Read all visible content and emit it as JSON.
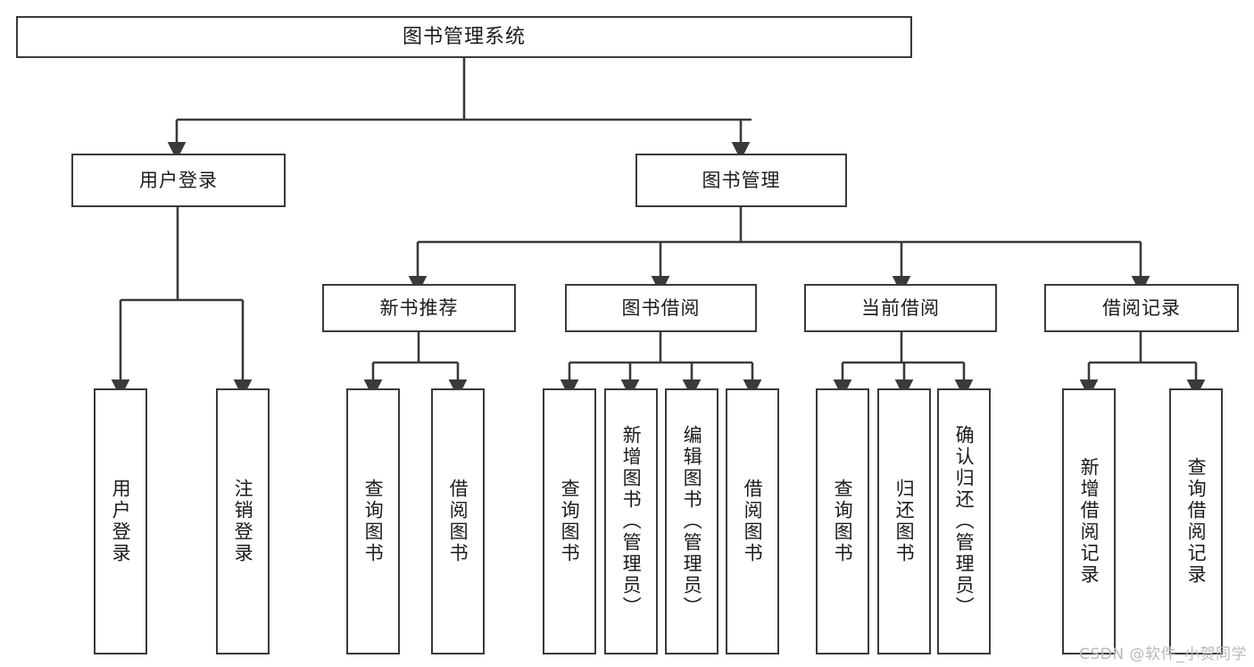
{
  "diagram": {
    "title": "图书管理系统",
    "type": "tree-hierarchy-diagram",
    "root": {
      "label": "图书管理系统"
    },
    "level2": [
      {
        "label": "用户登录"
      },
      {
        "label": "图书管理"
      }
    ],
    "level3": [
      {
        "label": "新书推荐"
      },
      {
        "label": "图书借阅"
      },
      {
        "label": "当前借阅"
      },
      {
        "label": "借阅记录"
      }
    ],
    "leaves": {
      "user_login": [
        {
          "label": "用户登录"
        },
        {
          "label": "注销登录"
        }
      ],
      "new_book_recommend": [
        {
          "label": "查询图书"
        },
        {
          "label": "借阅图书"
        }
      ],
      "book_borrow": [
        {
          "label": "查询图书"
        },
        {
          "label": "新增图书（管理员）"
        },
        {
          "label": "编辑图书（管理员）"
        },
        {
          "label": "借阅图书"
        }
      ],
      "current_borrow": [
        {
          "label": "查询图书"
        },
        {
          "label": "归还图书"
        },
        {
          "label": "确认归还（管理员）"
        }
      ],
      "borrow_record": [
        {
          "label": "新增借阅记录"
        },
        {
          "label": "查询借阅记录"
        }
      ]
    }
  },
  "watermark": {
    "text": "CSDN @软件_小贺同学"
  },
  "colors": {
    "border": "#3a3a3a",
    "text": "#1b1b1b",
    "background": "#ffffff",
    "watermark": "#b9b9b9"
  }
}
